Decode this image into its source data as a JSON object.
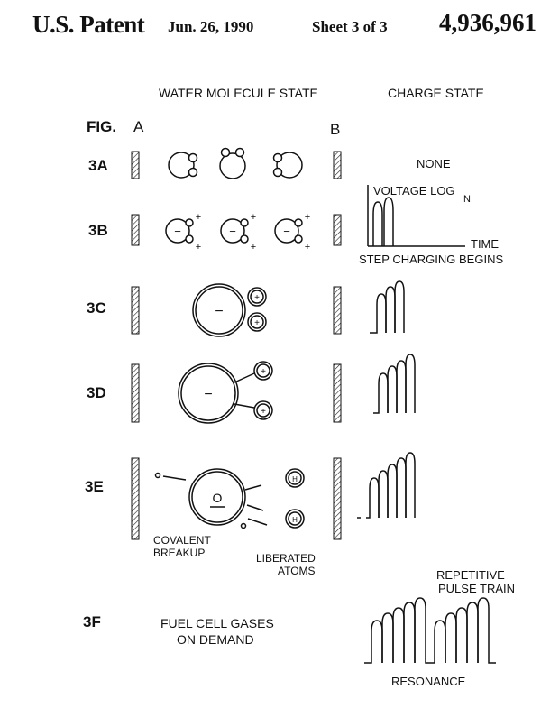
{
  "header": {
    "patent_label": "U.S. Patent",
    "date": "Jun. 26, 1990",
    "sheet": "Sheet 3 of 3",
    "patent_number": "4,936,961"
  },
  "columns": {
    "water_heading": "WATER MOLECULE STATE",
    "charge_heading": "CHARGE STATE",
    "fig_label": "FIG.",
    "col_a": "A",
    "col_b": "B"
  },
  "rows": {
    "r3a": "3A",
    "r3b": "3B",
    "r3c": "3C",
    "r3d": "3D",
    "r3e": "3E",
    "r3f": "3F"
  },
  "charge_labels": {
    "none": "NONE",
    "voltage_log": "VOLTAGE LOG",
    "voltage_sub": "N",
    "time": "TIME",
    "step_charging": "STEP CHARGING BEGINS",
    "repetitive": "REPETITIVE",
    "pulse_train": "PULSE TRAIN",
    "resonance": "RESONANCE"
  },
  "molecule_labels": {
    "covalent": "COVALENT",
    "breakup": "BREAKUP",
    "liberated": "LIBERATED",
    "atoms": "ATOMS",
    "fuel_cell": "FUEL CELL GASES",
    "on_demand": "ON DEMAND",
    "minus": "−",
    "plus": "+",
    "hydrogen": "H",
    "oxygen": "O"
  }
}
